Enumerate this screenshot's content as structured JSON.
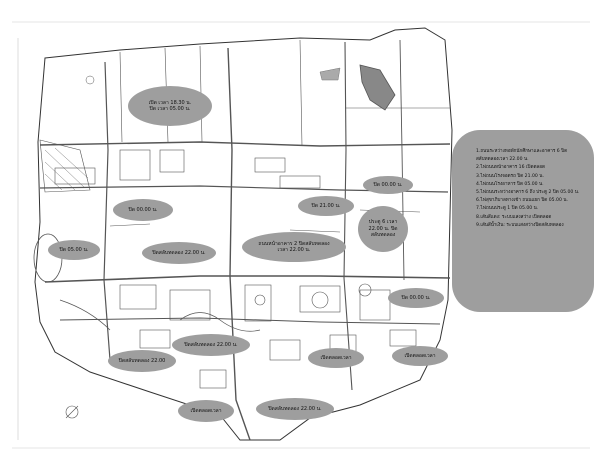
{
  "callouts": [
    {
      "id": "c1",
      "lines": [
        "เปิด เวลา 18.30 น.",
        "ปิด เวลา 05.00 น."
      ]
    },
    {
      "id": "c2",
      "lines": [
        "ปิด 00.00 น."
      ]
    },
    {
      "id": "c3",
      "lines": [
        "ปิด 21.00 น."
      ]
    },
    {
      "id": "c4",
      "lines": [
        "ปิด 00.00 น."
      ]
    },
    {
      "id": "c5",
      "lines": [
        "ประตู 6 เวลา",
        "22.00 น. ปิด",
        "สลับทดลอง"
      ]
    },
    {
      "id": "c6",
      "lines": [
        "ปิด 05.00 น."
      ]
    },
    {
      "id": "c7",
      "lines": [
        "ปิดสลับทดลอง 22.00 น."
      ]
    },
    {
      "id": "c8",
      "lines": [
        "ถนนหน้าอาคาร 2 ปิดสลับทดลอง",
        "เวลา 22.00 น."
      ]
    },
    {
      "id": "c9",
      "lines": [
        "ปิด 00.00 น."
      ]
    },
    {
      "id": "c10",
      "lines": [
        "ปิดสลับทดลอง 22.00 น."
      ]
    },
    {
      "id": "c11",
      "lines": [
        "ปิดสลับทดลอง 22.00"
      ]
    },
    {
      "id": "c12",
      "lines": [
        "เปิดตลอดเวลา"
      ]
    },
    {
      "id": "c13",
      "lines": [
        "เปิดตลอดเวลา"
      ]
    },
    {
      "id": "c14",
      "lines": [
        "เปิดตลอดเวลา"
      ]
    },
    {
      "id": "c15",
      "lines": [
        "ปิดสลับทดลอง 22.00 น."
      ]
    }
  ],
  "legend": {
    "items": [
      "1.ถนนระหว่างหอพักนักศึกษาและอาคาร 6 ปิด",
      "สลับทดลองเวลา 22.00 น.",
      "2.ไฟถนนหน้าอาคาร 16 เปิดตลอด",
      "3.ไฟถนนโรงจอดรถ ปิด 21.00 น.",
      "4.ไฟถนนโรงอาหาร ปิด 05.00 น.",
      "5.ไฟถนนระหว่างอาคาร 6 ถึง ประตู 2 ปิด 05.00 น.",
      "6.ไฟสุขาภิบาลทางเข้า ถนนแยก ปิด 05.00 น.",
      "7.ไฟถนนประตู 1 ปิด 05.00 น.",
      "8.เส้นสีแดง: ระบบแสงสว่าง เปิดตลอด",
      "9.เส้นสีน้ำเงิน: ระบบแสงสว่างปิดสลับทดลอง"
    ]
  }
}
